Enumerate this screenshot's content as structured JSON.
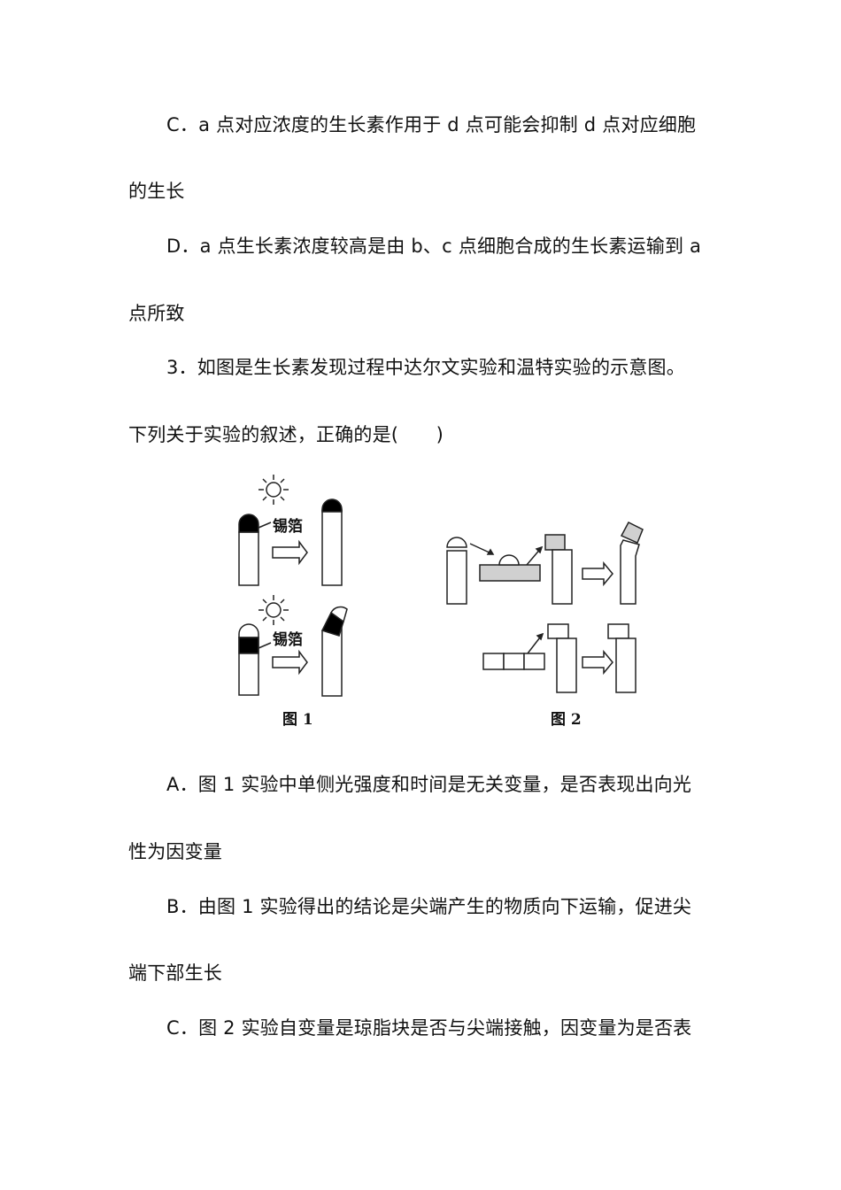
{
  "document": {
    "lines": [
      {
        "text": "C．a 点对应浓度的生长素作用于 d 点可能会抑制 d 点对应细胞",
        "indent": true
      },
      {
        "text": "的生长",
        "indent": false
      },
      {
        "text": "D．a 点生长素浓度较高是由 b、c 点细胞合成的生长素运输到 a",
        "indent": true
      },
      {
        "text": "点所致",
        "indent": false
      },
      {
        "text": "3．如图是生长素发现过程中达尔文实验和温特实验的示意图。",
        "indent": true
      },
      {
        "text": "下列关于实验的叙述，正确的是(　　)",
        "indent": false
      },
      {
        "text": "A．图 1 实验中单侧光强度和时间是无关变量，是否表现出向光",
        "indent": true
      },
      {
        "text": "性为因变量",
        "indent": false
      },
      {
        "text": "B．由图 1 实验得出的结论是尖端产生的物质向下运输，促进尖",
        "indent": true
      },
      {
        "text": "端下部生长",
        "indent": false
      },
      {
        "text": "C．图 2 实验自变量是琼脂块是否与尖端接触，因变量为是否表",
        "indent": true
      }
    ]
  },
  "figure": {
    "fig1": {
      "label_top": "锡箔",
      "label_bottom": "锡箔",
      "caption": "图 1",
      "icons": [
        "sun-icon",
        "sun-icon"
      ]
    },
    "fig2": {
      "caption": "图 2"
    },
    "colors": {
      "foil": "#000000",
      "agar": "#d0d0d0",
      "stroke": "#222222"
    }
  }
}
